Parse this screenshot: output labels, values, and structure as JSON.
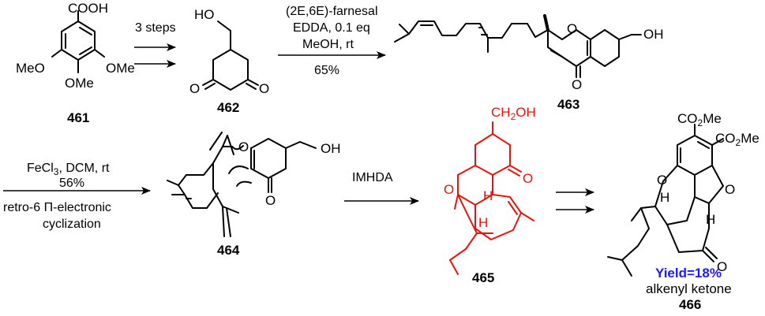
{
  "colors": {
    "ink": "#000000",
    "highlight": "#e8140c",
    "yield": "#1a1aff"
  },
  "compounds": {
    "c461": {
      "number": "461",
      "cooh": "COOH",
      "ome_left": "MeO",
      "ome_right": "OMe",
      "ome_bottom": "OMe"
    },
    "c462": {
      "number": "462",
      "oh": "HO",
      "o_left": "O",
      "o_right": "O"
    },
    "c463": {
      "number": "463",
      "o_ring": "O",
      "oh": "OH",
      "o_ketone": "O"
    },
    "c464": {
      "number": "464",
      "o_left": "O",
      "o_bottom": "O",
      "oh": "OH"
    },
    "c465": {
      "number": "465",
      "ch2": "CH",
      "ch2_sub": "2",
      "oh": "OH",
      "o_ring": "O",
      "o_ketone": "O",
      "h_top": "H",
      "h_bottom": "H"
    },
    "c466": {
      "number": "466",
      "co2me_top": "CO",
      "co2me_top_sub": "2",
      "co2me_top_end": "Me",
      "co2me_right": "CO",
      "co2me_right_sub": "2",
      "co2me_right_end": "Me",
      "o_ring1": "O",
      "o_ring2": "O",
      "o_ketone": "O",
      "h1": "H",
      "h2": "H",
      "yield": "Yield=18%",
      "caption": "alkenyl ketone"
    }
  },
  "steps": {
    "step1": {
      "label": "3 steps"
    },
    "step2": {
      "line1": "(2E,6E)-farnesal",
      "line2": "EDDA, 0.1 eq",
      "line3": "MeOH, rt",
      "line4": "65%"
    },
    "step3": {
      "line1_pre": "FeCl",
      "line1_sub": "3",
      "line1_post": ", DCM, rt",
      "line2": "56%",
      "line3": "retro-6 Π-electronic",
      "line4": "cyclization"
    },
    "step4": {
      "label": "IMHDA"
    }
  }
}
